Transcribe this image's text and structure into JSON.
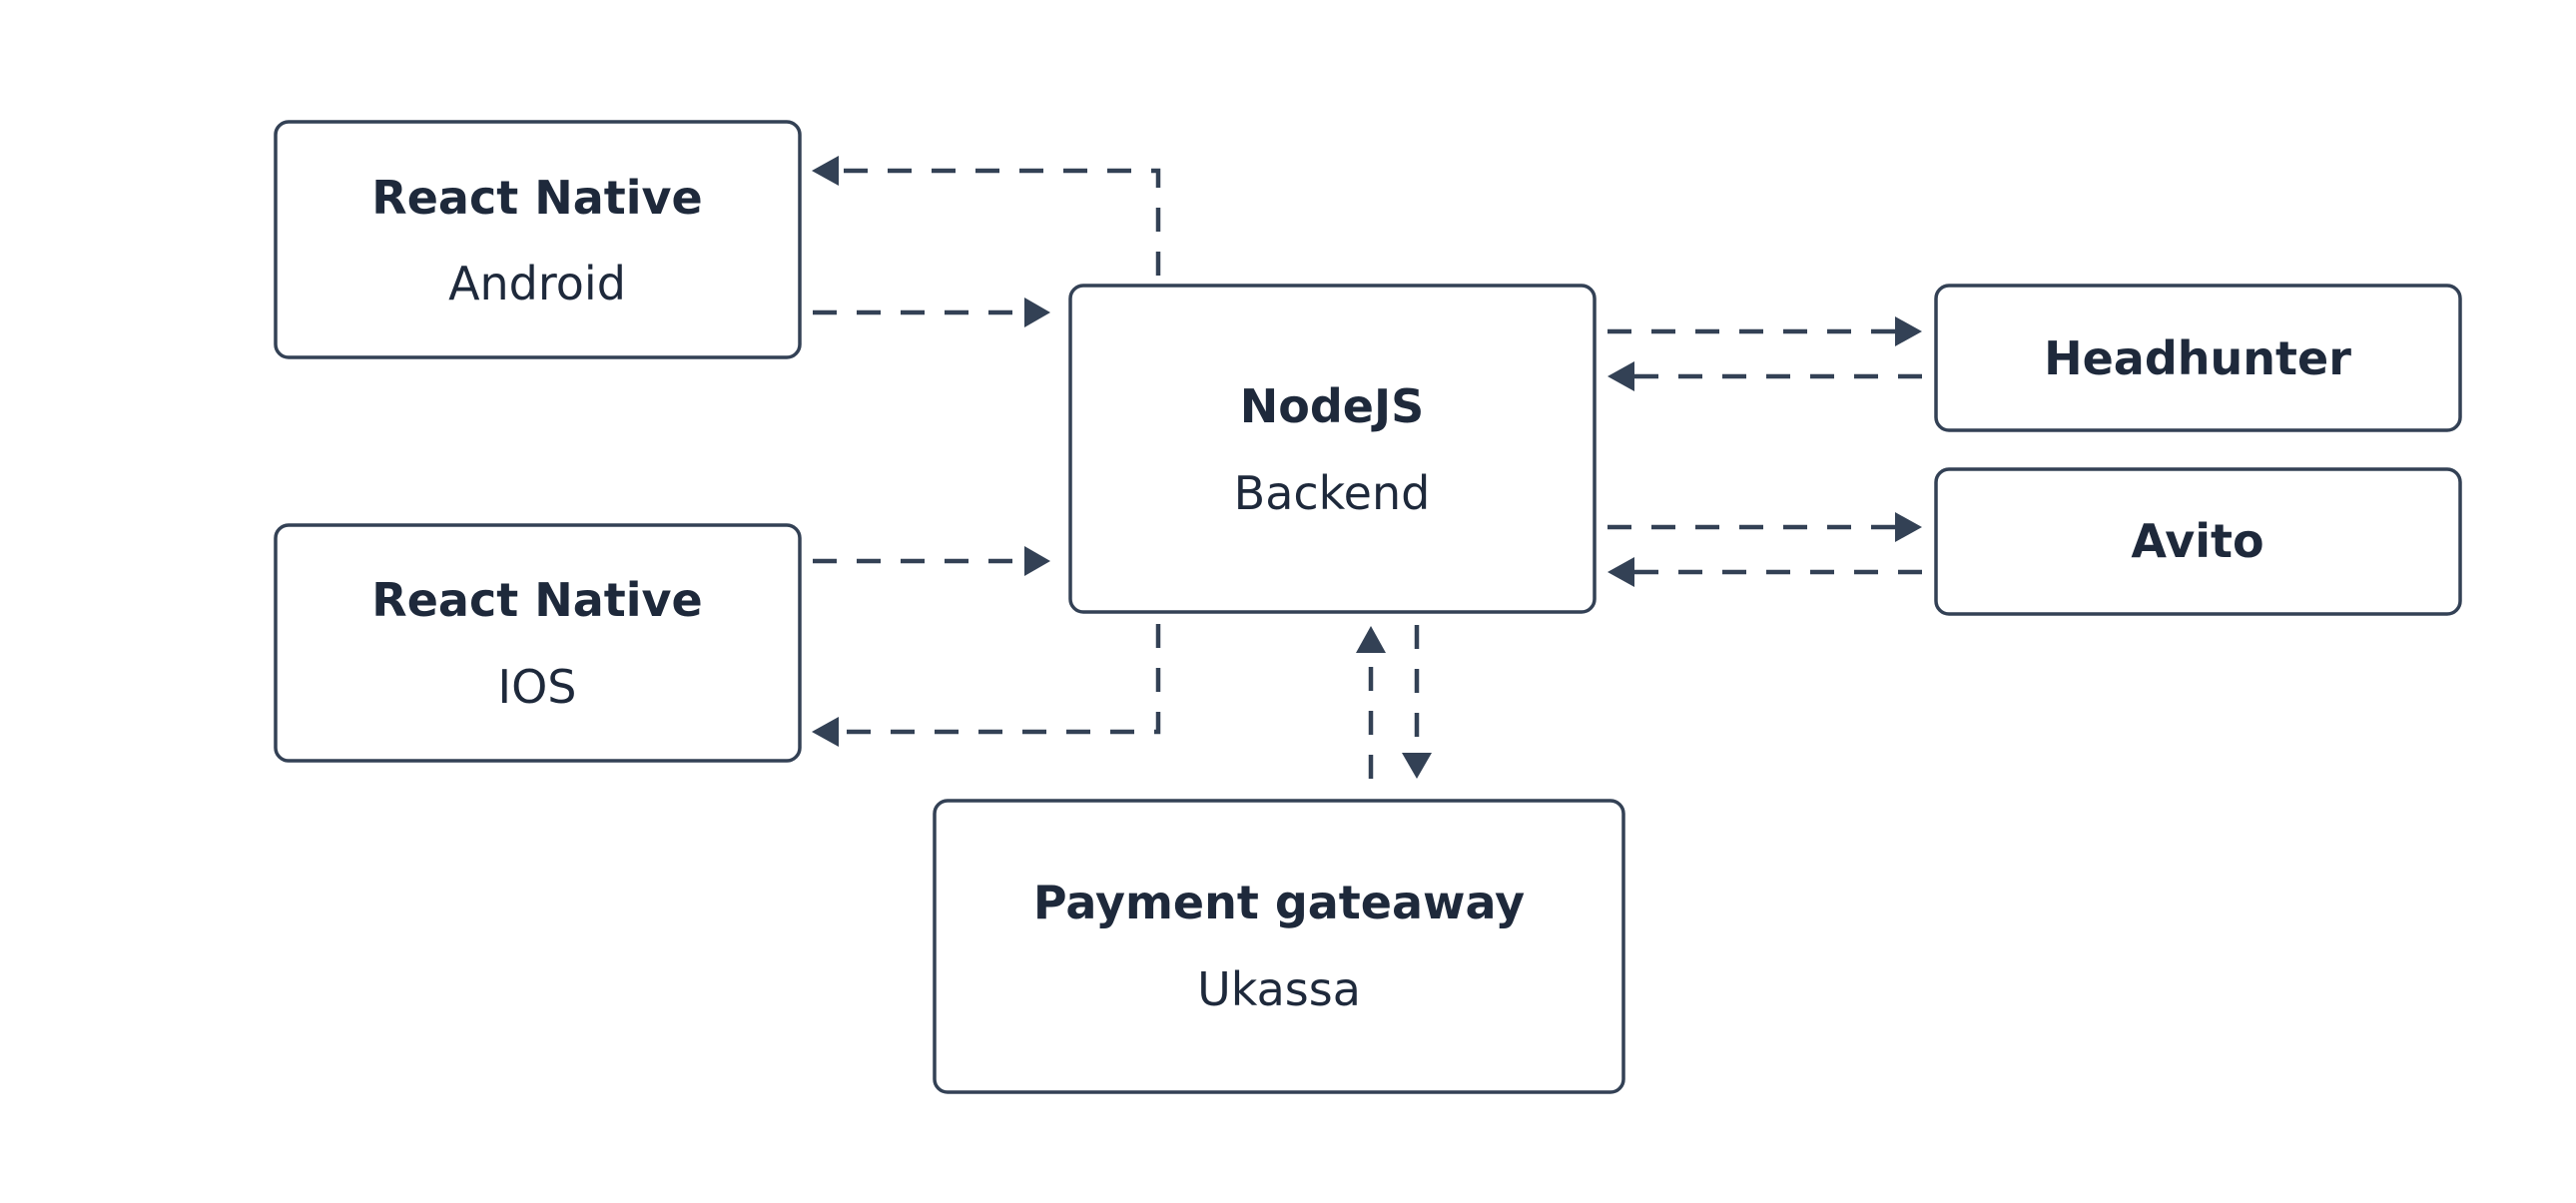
{
  "nodes": {
    "android": {
      "title": "React Native",
      "subtitle": "Android"
    },
    "ios": {
      "title": "React Native",
      "subtitle": "IOS"
    },
    "backend": {
      "title": "NodeJS",
      "subtitle": "Backend"
    },
    "headhunter": {
      "title": "Headhunter",
      "subtitle": ""
    },
    "avito": {
      "title": "Avito",
      "subtitle": ""
    },
    "payment": {
      "title": "Payment gateaway",
      "subtitle": "Ukassa"
    }
  },
  "edges": [
    {
      "from": "android",
      "to": "backend"
    },
    {
      "from": "backend",
      "to": "android"
    },
    {
      "from": "ios",
      "to": "backend"
    },
    {
      "from": "backend",
      "to": "ios"
    },
    {
      "from": "backend",
      "to": "headhunter"
    },
    {
      "from": "headhunter",
      "to": "backend"
    },
    {
      "from": "backend",
      "to": "avito"
    },
    {
      "from": "avito",
      "to": "backend"
    },
    {
      "from": "backend",
      "to": "payment"
    },
    {
      "from": "payment",
      "to": "backend"
    }
  ],
  "colors": {
    "stroke": "#334155",
    "text": "#1e293b",
    "background": "#ffffff"
  }
}
